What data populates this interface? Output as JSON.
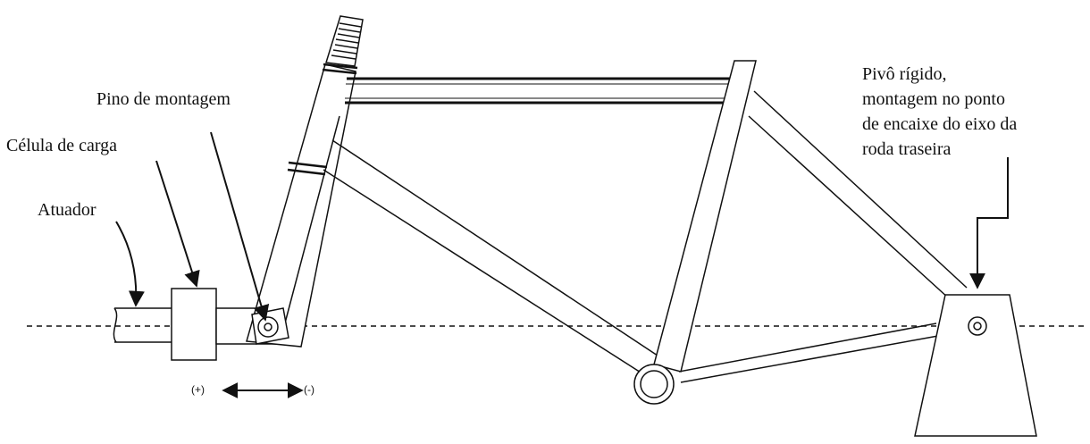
{
  "labels": {
    "pin": "Pino de montagem",
    "load_cell": "Célula de carga",
    "actuator": "Atuador",
    "pivot": [
      "Pivô rígido,",
      "montagem no ponto",
      "de encaixe do eixo da",
      "roda traseira"
    ],
    "plus": "(+)",
    "minus": "(-)"
  },
  "colors": {
    "stroke": "#111111",
    "background": "#ffffff"
  }
}
